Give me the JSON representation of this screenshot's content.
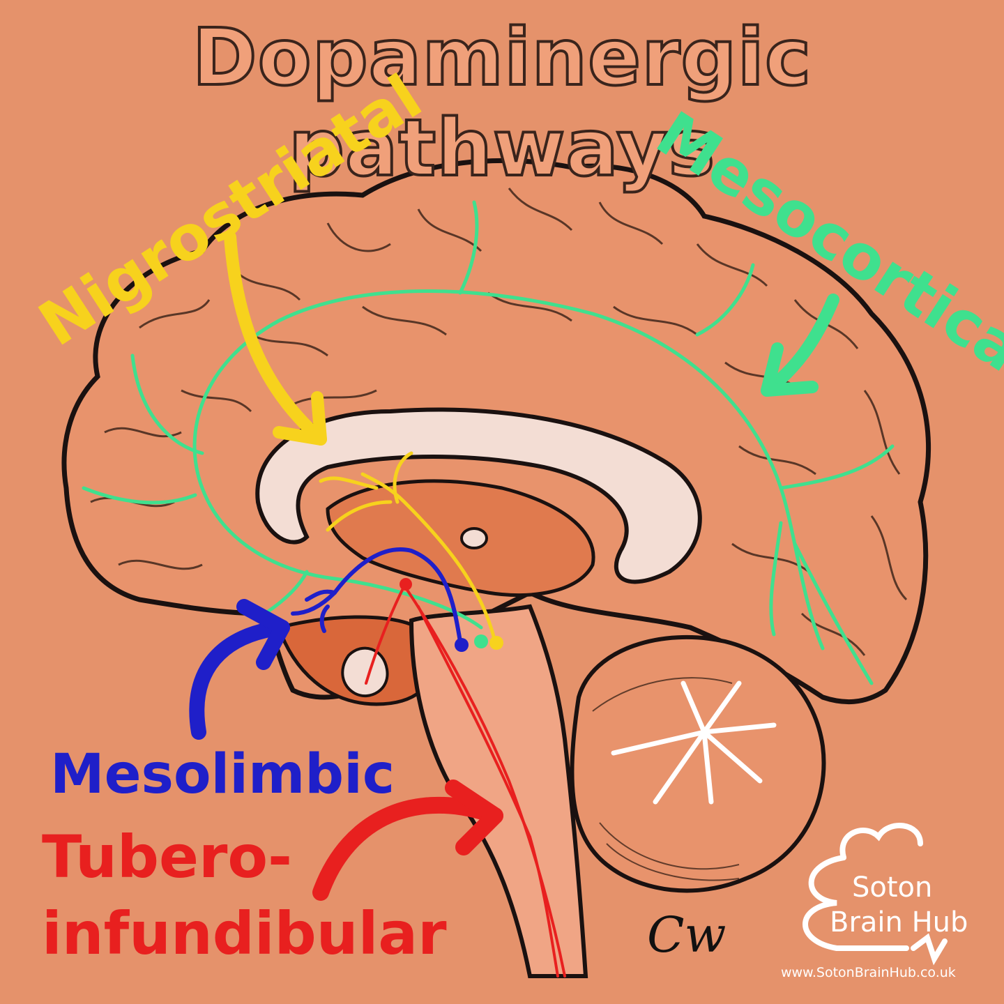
{
  "title": "Dopaminergic pathways",
  "pathways": {
    "nigrostriatal": {
      "label": "Nigrostriatal",
      "color": "#f7d21d"
    },
    "mesocortical": {
      "label": "Mesocortical",
      "color": "#3fe08e"
    },
    "mesolimbic": {
      "label": "Mesolimbic",
      "color": "#1f1fc9"
    },
    "tuberoinfundibular": {
      "line1": "Tubero-",
      "line2": "infundibular",
      "color": "#e8201f"
    }
  },
  "brand": {
    "line1": "Soton",
    "line2": "Brain Hub",
    "url": "www.SotonBrainHub.co.uk"
  },
  "signature": "Cw",
  "colors": {
    "background": "#e5926b",
    "brain": "#e8936c",
    "outline": "#1a1110",
    "white_matter": "#f3ddd4"
  }
}
